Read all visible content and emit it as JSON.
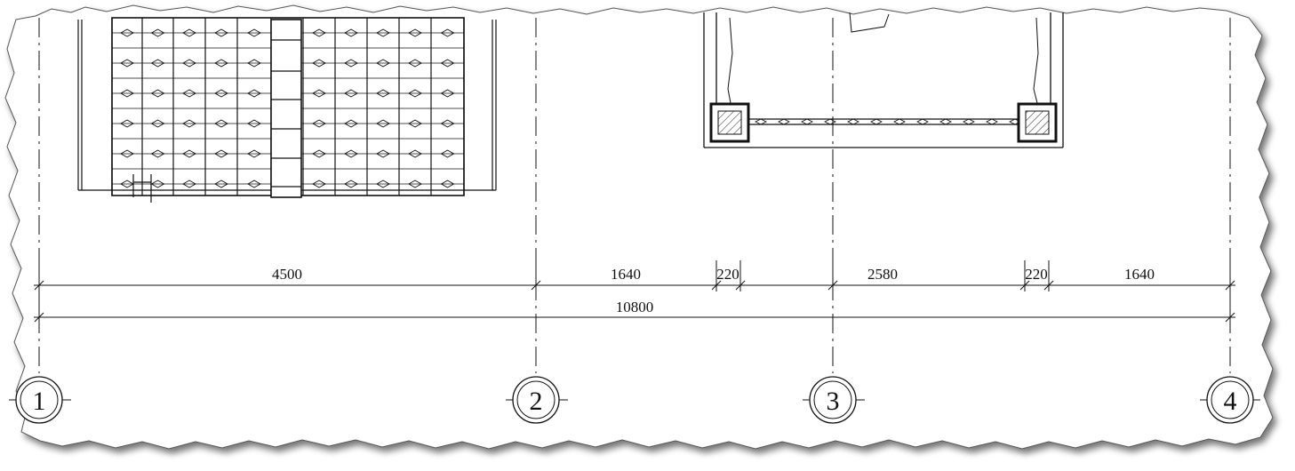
{
  "drawing": {
    "axes": [
      {
        "id": "axis-1",
        "label": "1"
      },
      {
        "id": "axis-2",
        "label": "2"
      },
      {
        "id": "axis-3",
        "label": "3"
      },
      {
        "id": "axis-4",
        "label": "4"
      }
    ],
    "dimensions_row1": [
      "4500",
      "1640",
      "220",
      "2580",
      "220",
      "1640"
    ],
    "dimensions_total": "10800",
    "line_color": "#111111"
  }
}
